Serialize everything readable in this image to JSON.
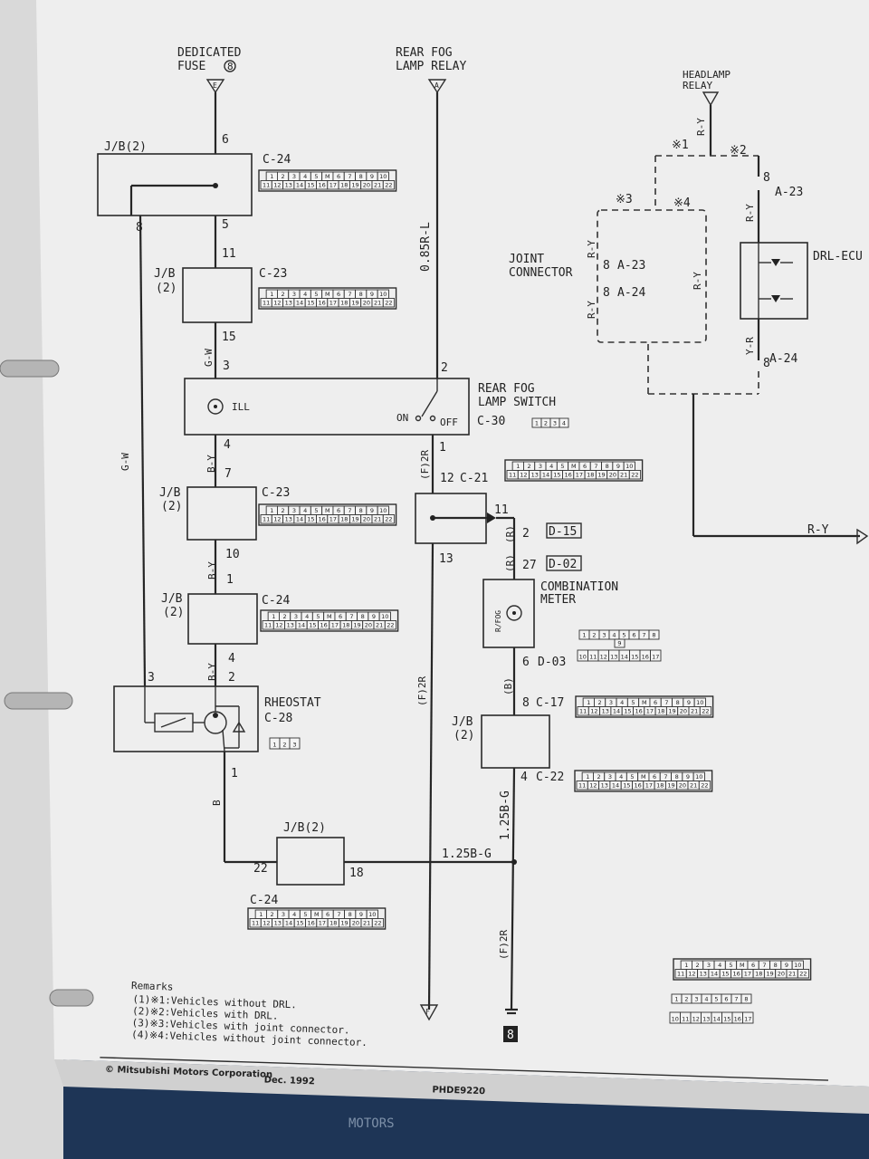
{
  "header": {
    "dedicated_fuse_1": "DEDICATED",
    "dedicated_fuse_2": "FUSE",
    "dedicated_fuse_num": "8",
    "fuse_arrow": "E",
    "rear_fog_relay_1": "REAR FOG",
    "rear_fog_relay_2": "LAMP RELAY",
    "rear_fog_arrow": "A",
    "headlamp_relay_1": "HEADLAMP",
    "headlamp_relay_2": "RELAY"
  },
  "labels": {
    "jb2": "J/B(2)",
    "jb": "J/B",
    "paren2": "(2)",
    "c24": "C-24",
    "c23": "C-23",
    "c21": "C-21",
    "c30": "C-30",
    "c28": "C-28",
    "c17": "C-17",
    "c22": "C-22",
    "d03": "D-03",
    "d15": "D-15",
    "d02": "D-02",
    "a23": "A-23",
    "a24": "A-24",
    "ill": "ILL",
    "on": "ON",
    "off": "OFF",
    "rear_fog_switch_1": "REAR FOG",
    "rear_fog_switch_2": "LAMP SWITCH",
    "rheostat": "RHEOSTAT",
    "combination_meter_1": "COMBINATION",
    "combination_meter_2": "METER",
    "rfog": "R/FOG",
    "joint_connector_1": "JOINT",
    "joint_connector_2": "CONNECTOR",
    "drl_ecu": "DRL-ECU",
    "f_arrow": "F",
    "ground_num": "8"
  },
  "wires": {
    "gw": "G-W",
    "by": "B-Y",
    "b": "B",
    "r085": "0.85R-L",
    "f2r": "(F)2R",
    "r": "(R)",
    "bb": "(B)",
    "b125": "1.25B-G",
    "ry": "R-Y",
    "yr": "Y-R"
  },
  "pins": {
    "p6": "6",
    "p5": "5",
    "p8": "8",
    "p11": "11",
    "p15": "15",
    "p3": "3",
    "p2": "2",
    "p4": "4",
    "p7": "7",
    "p10": "10",
    "p1": "1",
    "p12": "12",
    "p13": "13",
    "p27": "27",
    "p22": "22",
    "p18": "18"
  },
  "remarks": {
    "title": "Remarks",
    "r1": "(1)※1:Vehicles without DRL.",
    "r2": "(2)※2:Vehicles with DRL.",
    "r3": "(3)※3:Vehicles with joint connector.",
    "r4": "(4)※4:Vehicles without joint connector.",
    "star1": "※1",
    "star2": "※2",
    "star3": "※3",
    "star4": "※4"
  },
  "footer": {
    "copyright": "© Mitsubishi Motors Corporation",
    "date": "Dec. 1992",
    "code": "PHDE9220",
    "cover": "MOTORS"
  },
  "connector_nums": {
    "row_a": [
      "1",
      "2",
      "3",
      "4",
      "5",
      "",
      "6",
      "7",
      "8",
      "9",
      "10"
    ],
    "row_b": [
      "11",
      "12",
      "13",
      "14",
      "15",
      "16",
      "17",
      "18",
      "19",
      "20",
      "21",
      "22"
    ],
    "c30_row": [
      "1",
      "2",
      "3",
      "4"
    ],
    "c28_row": [
      "1",
      "2",
      "3"
    ],
    "d03_top": [
      "1",
      "2",
      "3",
      "4",
      "5",
      "6",
      "7",
      "8"
    ],
    "d03_mid": [
      "9"
    ],
    "d03_bot": [
      "10",
      "11",
      "12",
      "13",
      "14",
      "15",
      "16",
      "17"
    ]
  }
}
